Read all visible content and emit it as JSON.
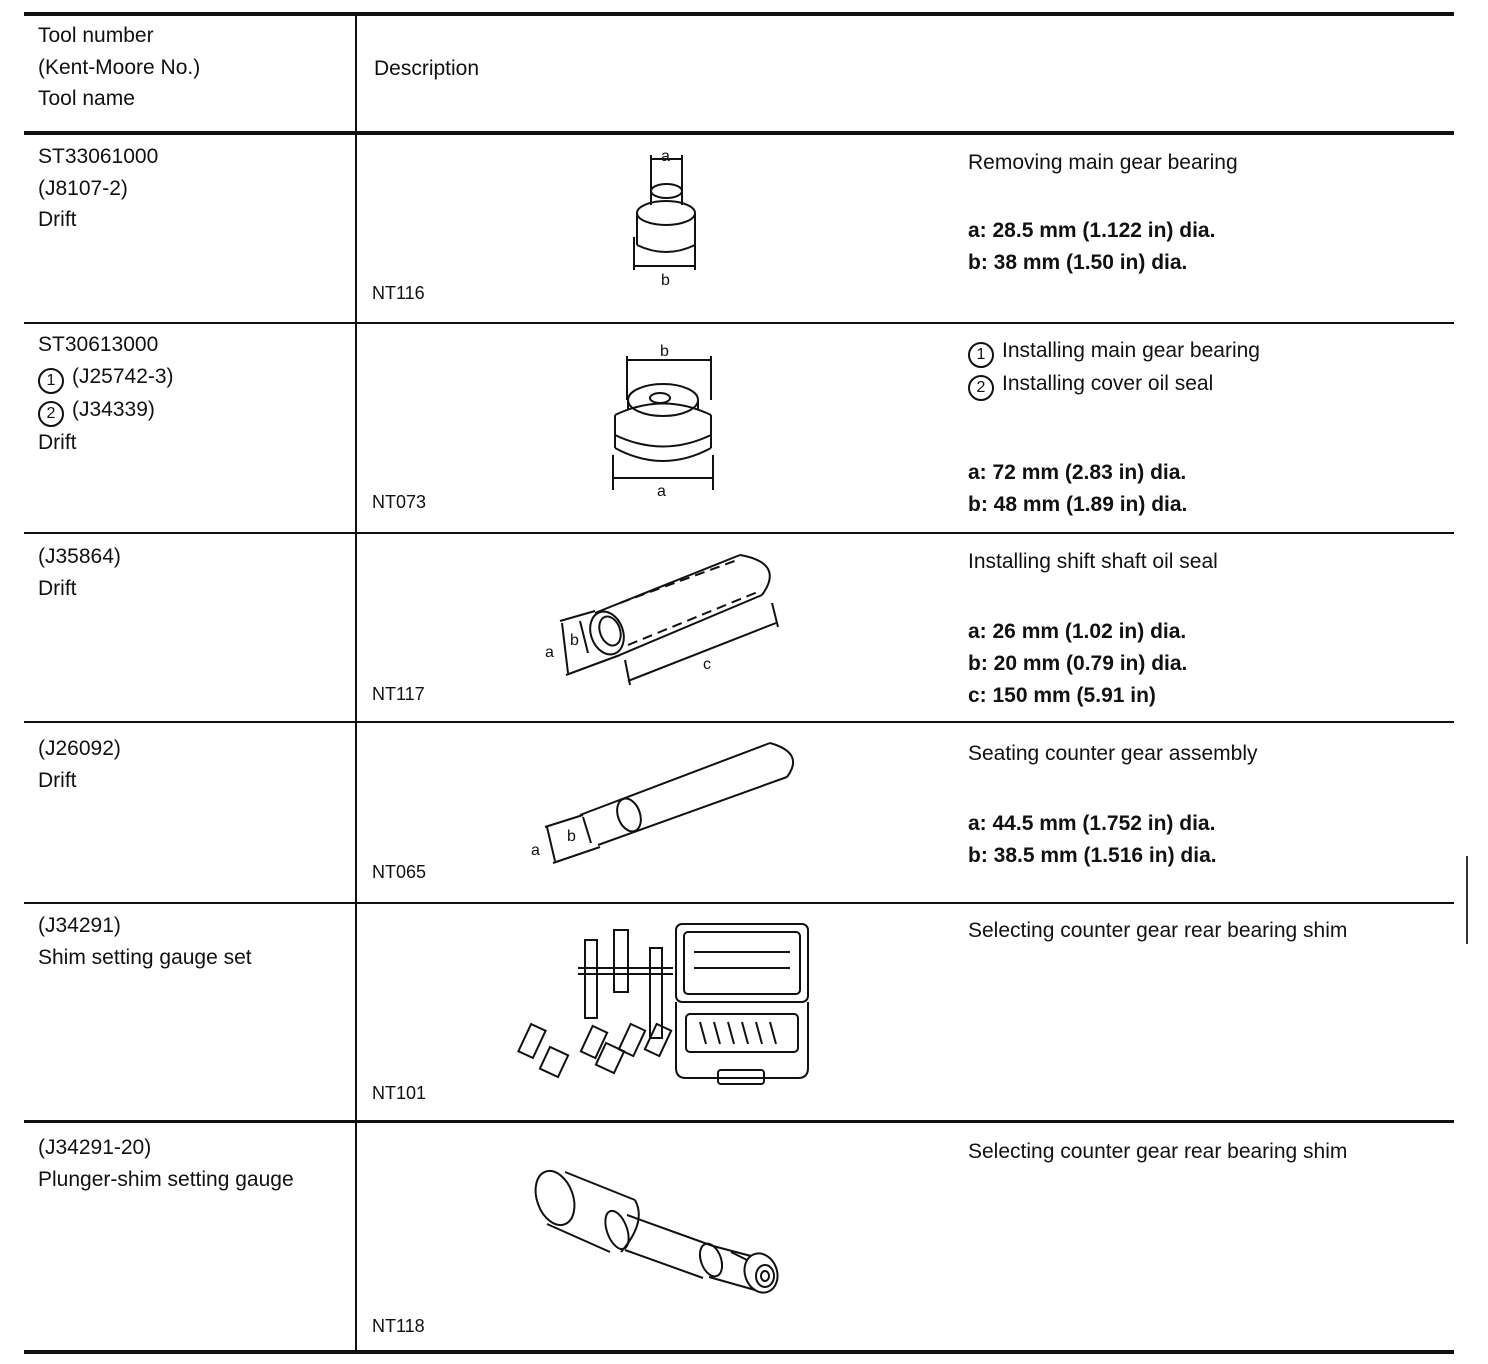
{
  "header": {
    "col1": [
      "Tool number",
      "(Kent-Moore No.)",
      "Tool name"
    ],
    "col2": "Description"
  },
  "rows": [
    {
      "tool": [
        "ST33061000",
        "(J8107-2)",
        "Drift"
      ],
      "code": "NT116",
      "usage": [
        "Removing main gear bearing"
      ],
      "dims": [
        "a:  28.5 mm (1.122 in) dia.",
        "b:  38 mm (1.50 in) dia."
      ],
      "fig_labels": [
        "a",
        "b"
      ]
    },
    {
      "tool": [
        "ST30613000",
        "(J25742-3)",
        "(J34339)",
        "Drift"
      ],
      "tool_marks": [
        "1",
        "2"
      ],
      "code": "NT073",
      "usage": [
        "Installing main gear bearing",
        "Installing cover oil seal"
      ],
      "usage_marks": [
        "1",
        "2"
      ],
      "dims": [
        "a:  72 mm (2.83 in) dia.",
        "b:  48 mm (1.89 in) dia."
      ],
      "fig_labels": [
        "b",
        "a"
      ]
    },
    {
      "tool": [
        "(J35864)",
        "Drift"
      ],
      "code": "NT117",
      "usage": [
        "Installing shift shaft oil seal"
      ],
      "dims": [
        "a:  26 mm (1.02 in) dia.",
        "b:  20 mm (0.79 in) dia.",
        "c:  150 mm (5.91 in)"
      ],
      "fig_labels": [
        "a",
        "b",
        "c"
      ]
    },
    {
      "tool": [
        "(J26092)",
        "Drift"
      ],
      "code": "NT065",
      "usage": [
        "Seating counter gear assembly"
      ],
      "dims": [
        "a:  44.5 mm (1.752 in) dia.",
        "b:  38.5 mm (1.516 in) dia."
      ],
      "fig_labels": [
        "a",
        "b"
      ]
    },
    {
      "tool": [
        "(J34291)",
        "Shim setting gauge set"
      ],
      "code": "NT101",
      "usage": [
        "Selecting counter gear rear bearing shim"
      ],
      "dims": []
    },
    {
      "tool": [
        "(J34291-20)",
        "Plunger-shim setting gauge"
      ],
      "code": "NT118",
      "usage": [
        "Selecting counter gear rear bearing shim"
      ],
      "dims": []
    }
  ]
}
